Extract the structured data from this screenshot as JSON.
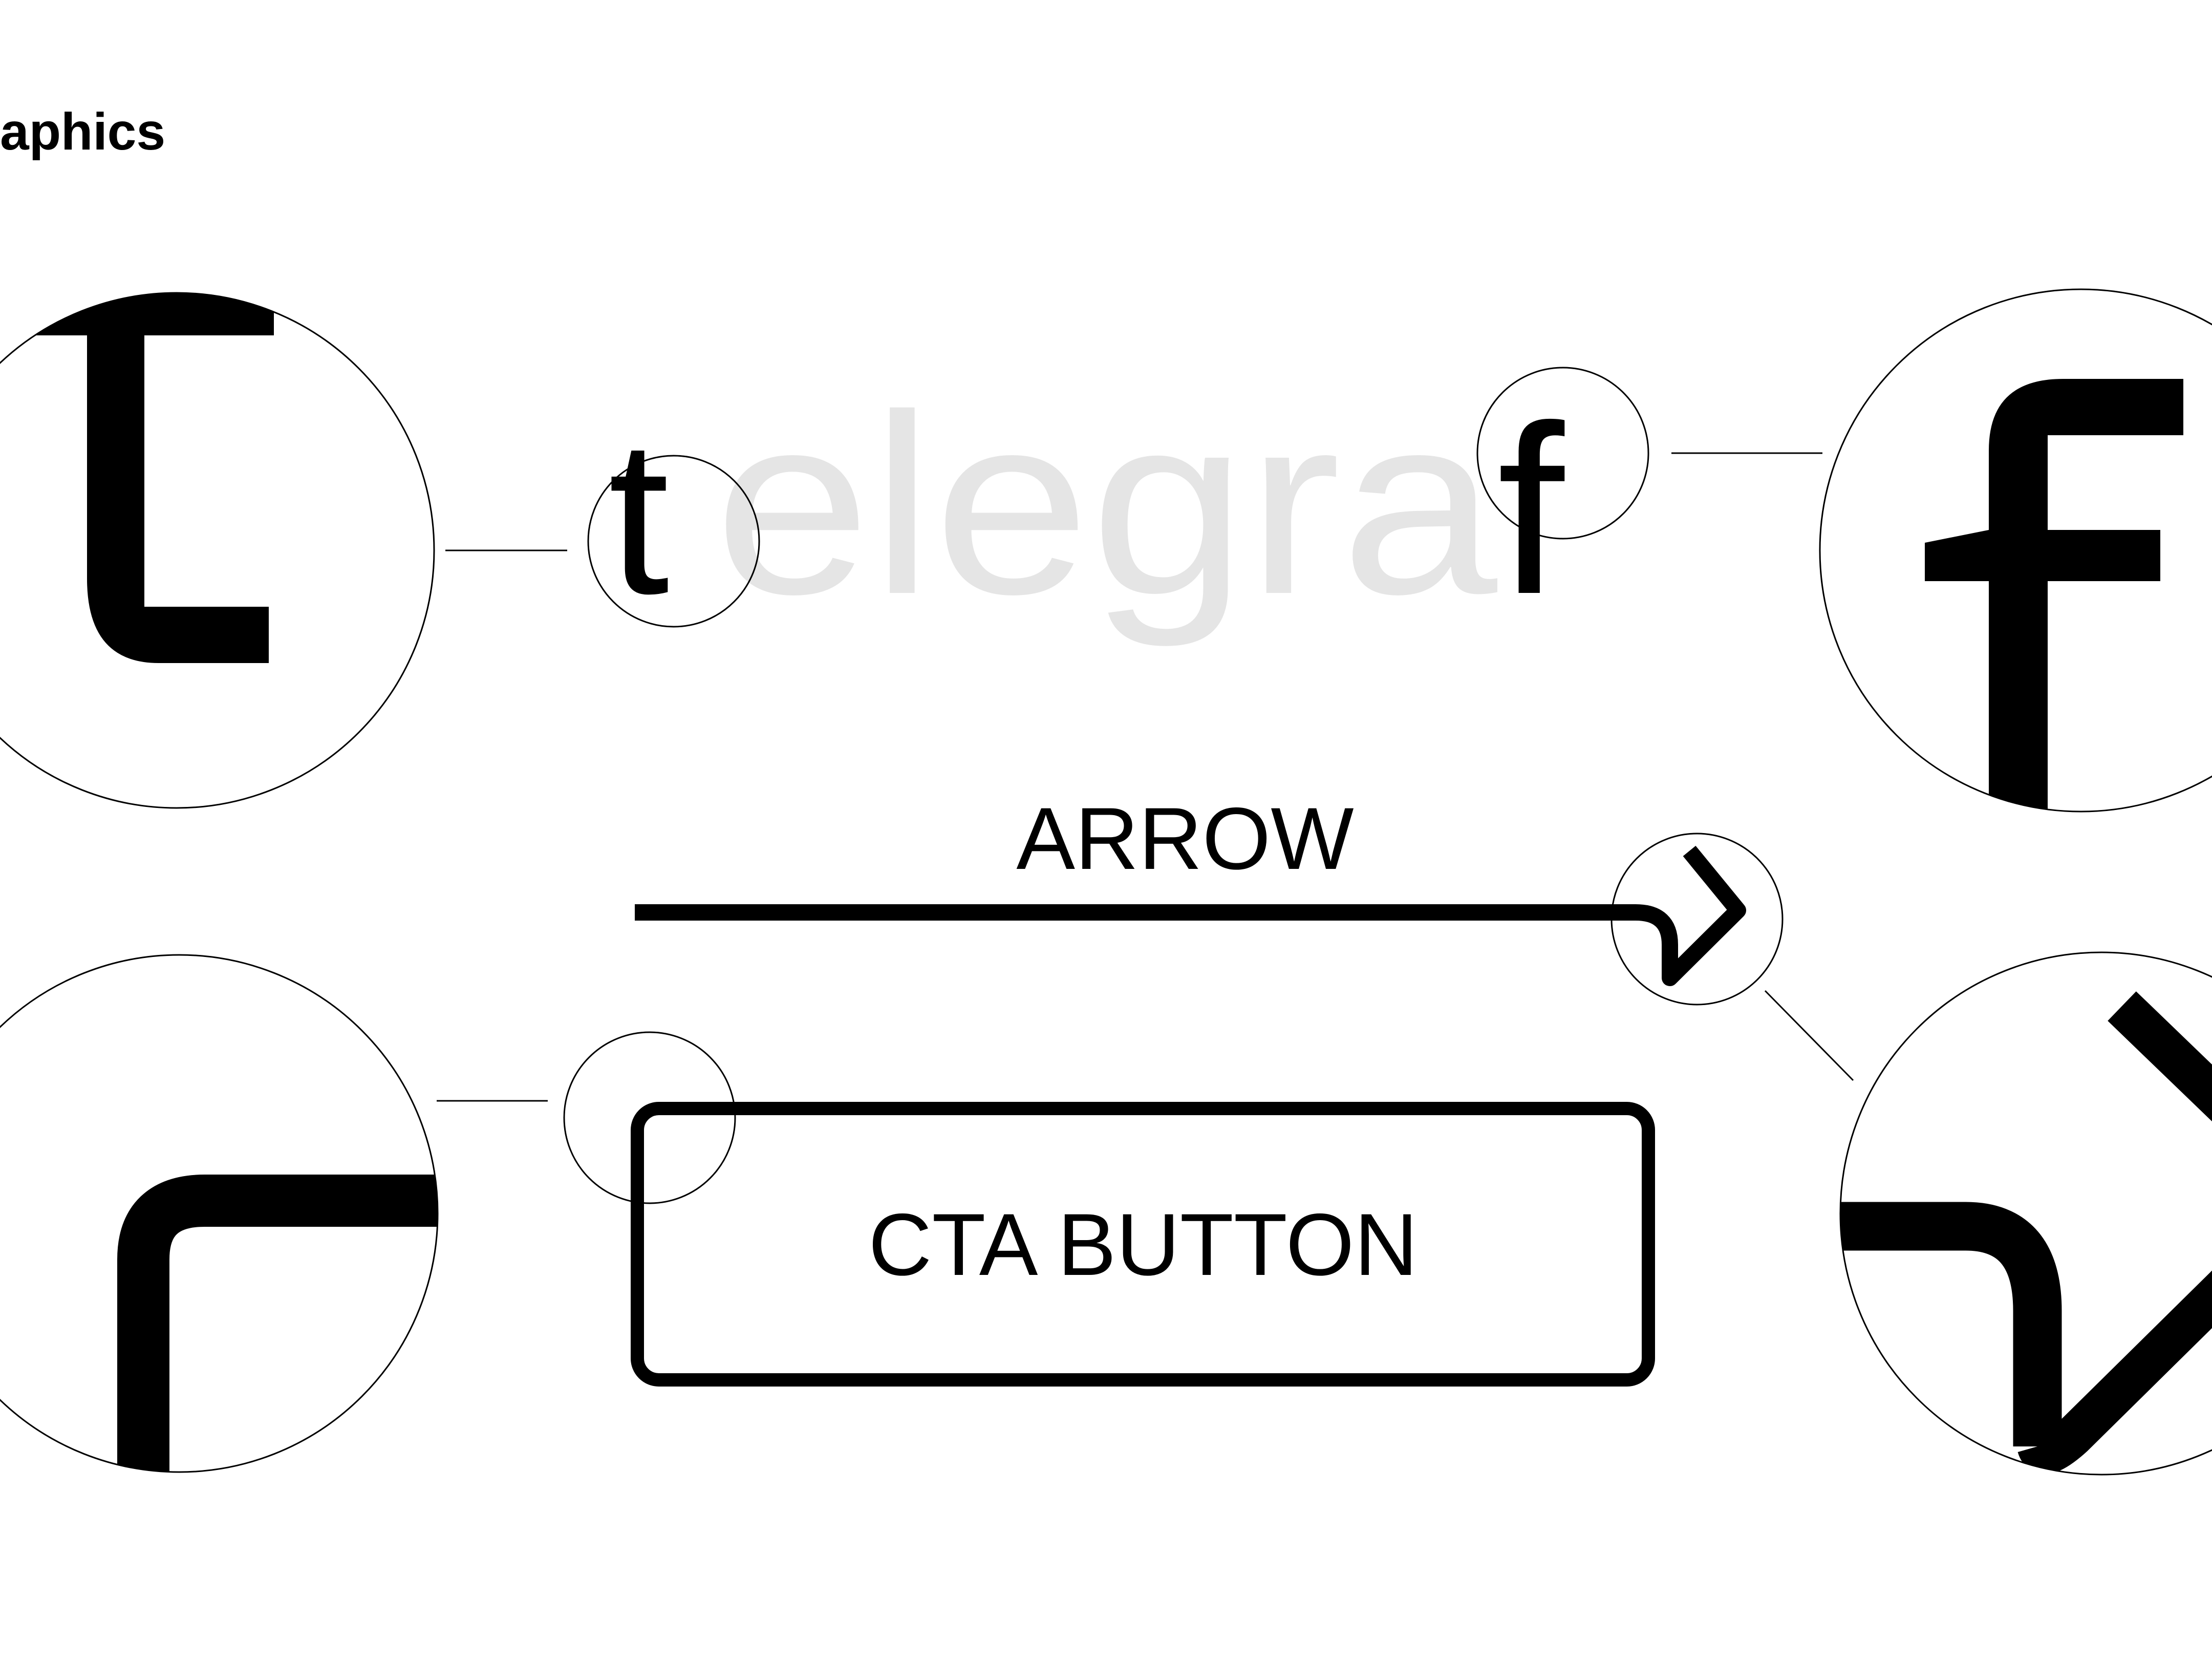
{
  "header": {
    "title": "aphics"
  },
  "wordmark": {
    "first_letter": "t",
    "middle_letters": "elegra",
    "last_letter": "f"
  },
  "arrow_section": {
    "label": "ARROW"
  },
  "button_section": {
    "label": "CTA BUTTON"
  },
  "colors": {
    "ink": "#000000",
    "ghost_text": "#e5e5e5",
    "background": "#ffffff"
  }
}
